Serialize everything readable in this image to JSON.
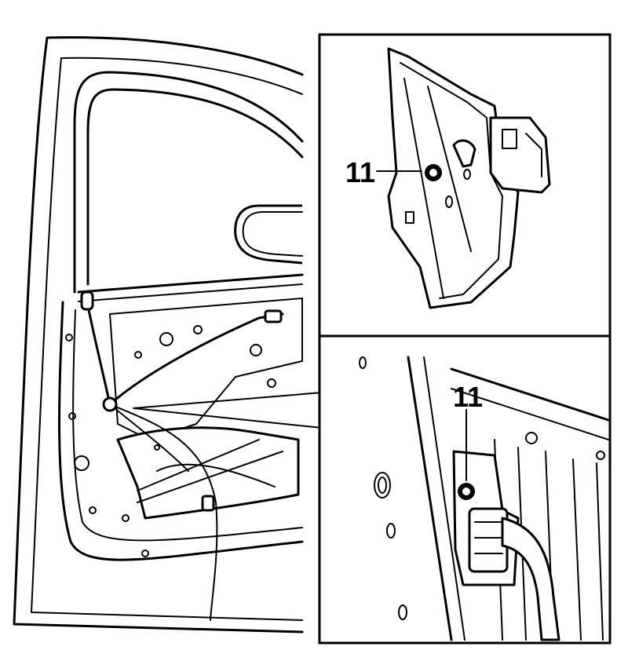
{
  "figure": {
    "callouts": [
      {
        "label": "11",
        "target": "bolt"
      },
      {
        "label": "11",
        "target": "bolt"
      }
    ],
    "colors": {
      "line": "#000000",
      "background": "#ffffff"
    }
  }
}
